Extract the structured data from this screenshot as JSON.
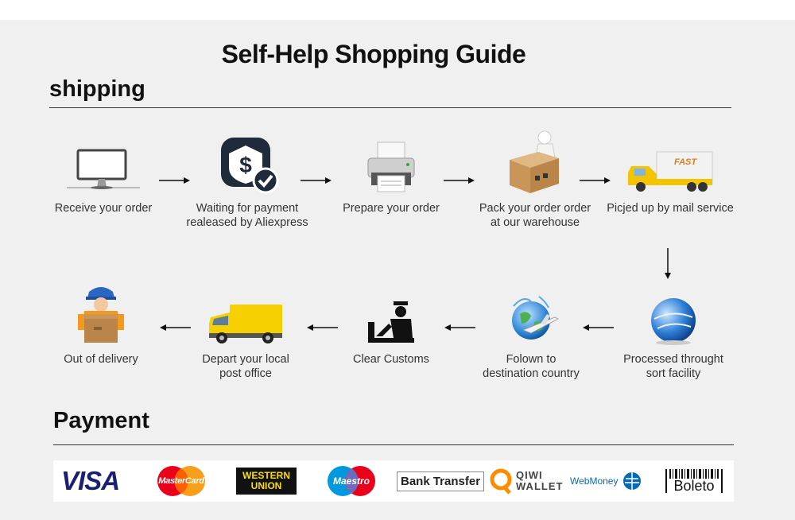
{
  "header": {
    "title": "Self-Help Shopping Guide"
  },
  "sections": {
    "shipping": "shipping",
    "payment": "Payment"
  },
  "steps": [
    {
      "label": "Receive your order",
      "icon": "computer-monitor-icon"
    },
    {
      "label": "Waiting for payment\nrealeased by Aliexpress",
      "icon": "dollar-shield-check-icon"
    },
    {
      "label": "Prepare your order",
      "icon": "printer-icon"
    },
    {
      "label": "Pack your order order\nat our warehouse",
      "icon": "package-box-icon"
    },
    {
      "label": "Picjed up by mail service",
      "icon": "fast-delivery-truck-icon"
    },
    {
      "label": "Processed throught\nsort facility",
      "icon": "globe-sphere-icon"
    },
    {
      "label": "Folown to\ndestination country",
      "icon": "globe-airplane-icon"
    },
    {
      "label": "Clear Customs",
      "icon": "customs-officer-icon"
    },
    {
      "label": "Depart your local\npost office",
      "icon": "yellow-van-icon"
    },
    {
      "label": "Out of delivery",
      "icon": "courier-with-box-icon"
    }
  ],
  "payment_logos": {
    "visa": "VISA",
    "mastercard": "MasterCard",
    "western_union_1": "WESTERN",
    "western_union_2": "UNION",
    "maestro": "Maestro",
    "bank_transfer": "Bank Transfer",
    "qiwi_1": "QIWI",
    "qiwi_2": "WALLET",
    "webmoney": "WebMoney",
    "boleto": "Boleto"
  },
  "colors": {
    "panel": "#f0f0f0",
    "visa_blue": "#1a1f71",
    "mastercard_red": "#eb001b",
    "mastercard_orange": "#f79e1b",
    "western_yellow": "#ffdd00",
    "qiwi_orange": "#ff8c00",
    "webmoney_blue": "#036cb5",
    "truck_yellow": "#f5c400"
  }
}
